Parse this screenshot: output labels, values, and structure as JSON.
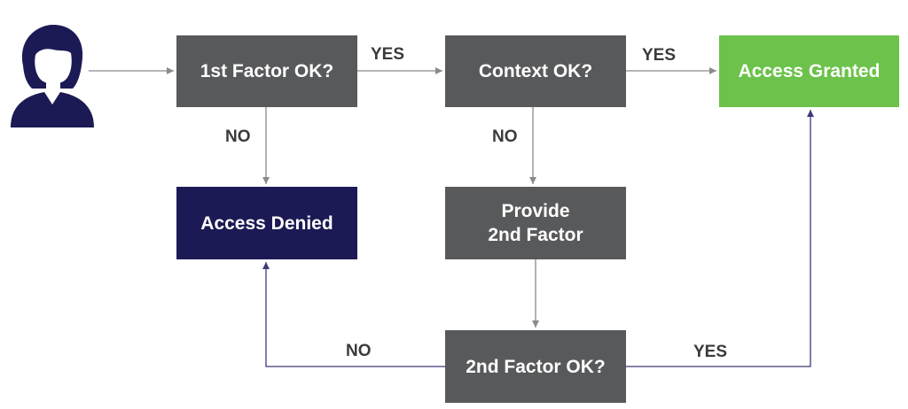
{
  "nodes": {
    "first_factor": "1st Factor OK?",
    "context": "Context OK?",
    "granted": "Access Granted",
    "denied": "Access Denied",
    "provide_second": "Provide\n2nd Factor",
    "second_factor": "2nd Factor OK?"
  },
  "edges": {
    "first_to_context": "YES",
    "context_to_granted": "YES",
    "first_to_denied": "NO",
    "context_to_provide": "NO",
    "second_to_denied": "NO",
    "second_to_granted": "YES"
  },
  "colors": {
    "process_box": "#58595b",
    "denied_box": "#1c1a54",
    "granted_box": "#6cc24a",
    "connector_gray": "#8a8a8a",
    "connector_navy": "#3c3a78",
    "user_icon": "#1c1a54"
  },
  "icons": {
    "user": "user-silhouette-icon"
  }
}
